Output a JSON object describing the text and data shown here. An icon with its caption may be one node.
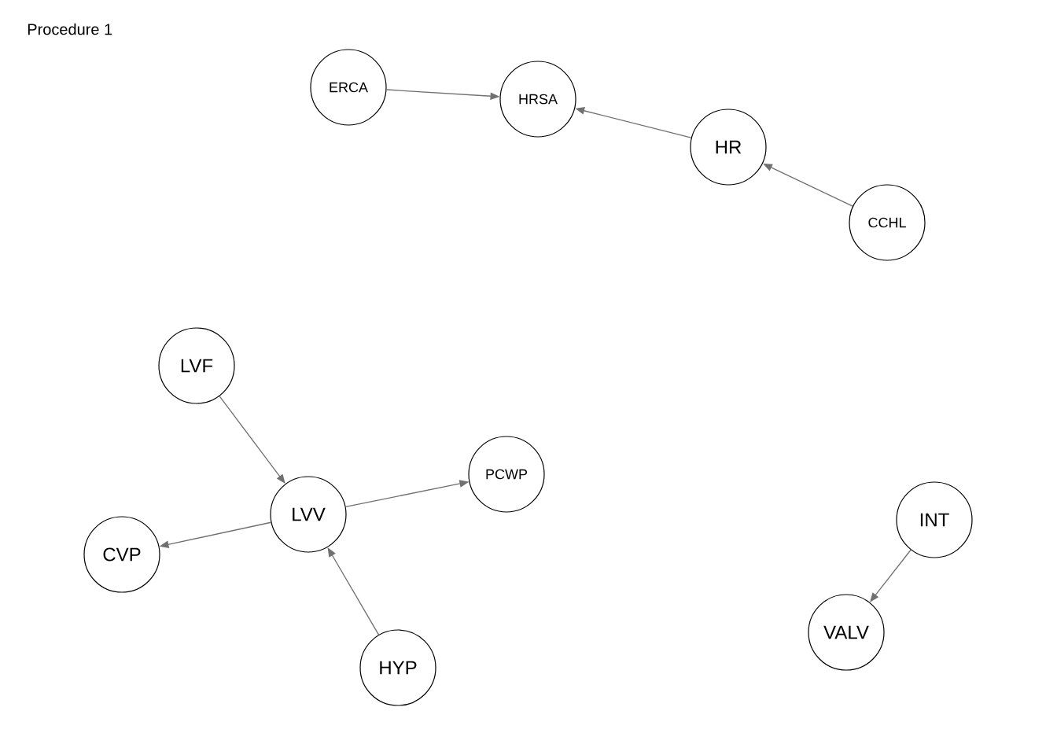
{
  "diagram": {
    "title": "Procedure 1",
    "nodes": [
      {
        "text": [
          "ERCA"
        ]
      },
      {
        "text": [
          "HRSA"
        ]
      },
      {
        "text": [
          "HR"
        ]
      },
      {
        "text": [
          "CCHL"
        ]
      },
      {
        "text": [
          "LVF"
        ]
      },
      {
        "text": [
          "PCWP"
        ]
      },
      {
        "text": [
          "LVV"
        ]
      },
      {
        "text": [
          "CVP"
        ]
      },
      {
        "text": [
          "INT"
        ]
      },
      {
        "text": [
          "HYP"
        ]
      },
      {
        "text": [
          "VALV"
        ]
      }
    ],
    "edges": [
      {
        "from": 0,
        "to": 1,
        "arrow": "to"
      },
      {
        "from": 2,
        "to": 1,
        "arrow": "to"
      },
      {
        "from": 3,
        "to": 2,
        "arrow": "to"
      },
      {
        "from": 4,
        "to": 6,
        "arrow": "to"
      },
      {
        "from": 6,
        "to": 5,
        "arrow": "to"
      },
      {
        "from": 6,
        "to": 7,
        "arrow": "to"
      },
      {
        "from": 9,
        "to": 6,
        "arrow": "to"
      },
      {
        "from": 8,
        "to": 10,
        "arrow": "to"
      }
    ]
  }
}
